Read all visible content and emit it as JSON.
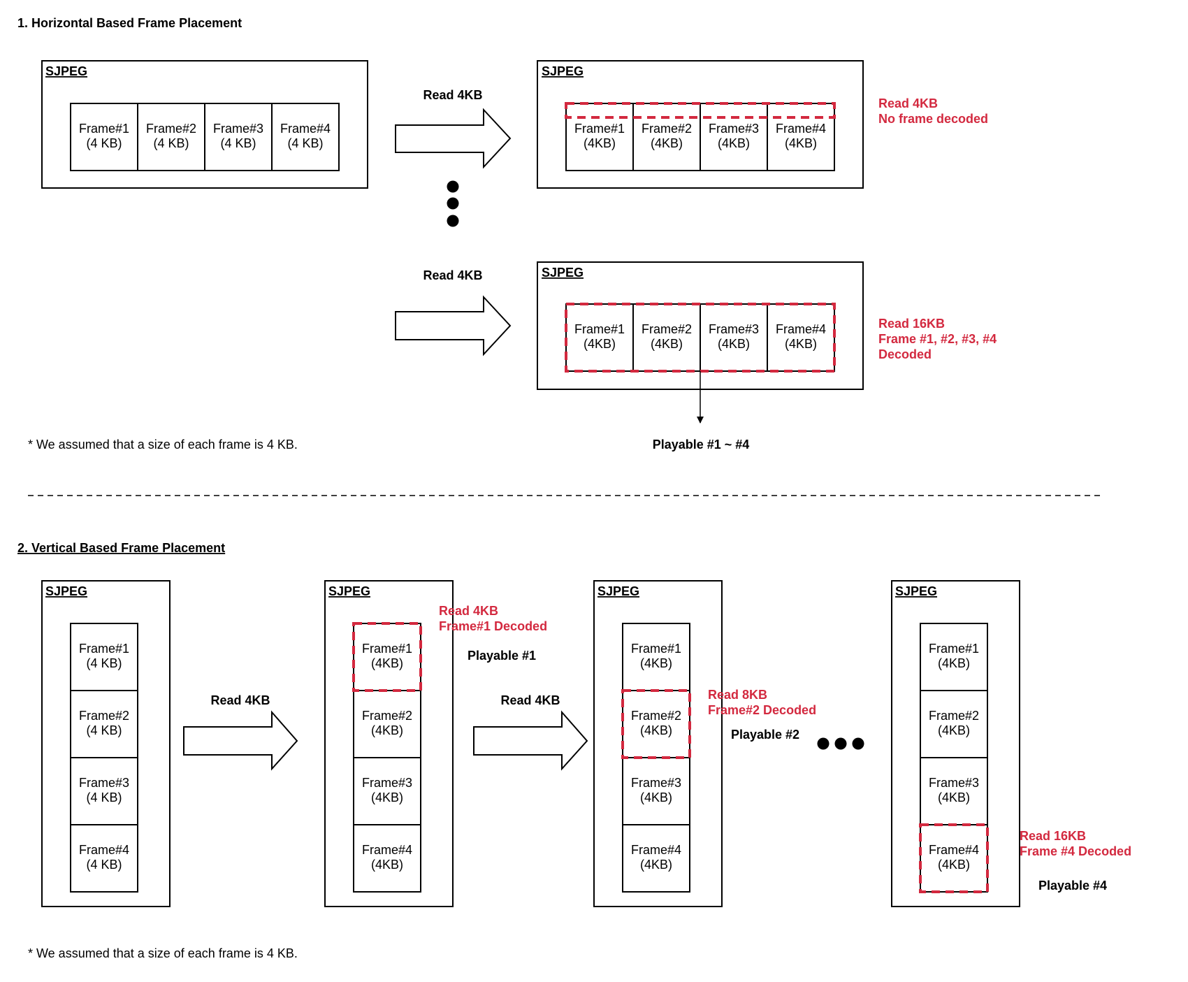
{
  "colors": {
    "accent": "#d3293f",
    "ink": "#000000"
  },
  "section1": {
    "title": "1. Horizontal Based Frame Placement",
    "container_label": "SJPEG",
    "frames_original": [
      {
        "name": "Frame#1",
        "size": "(4 KB)"
      },
      {
        "name": "Frame#2",
        "size": "(4 KB)"
      },
      {
        "name": "Frame#3",
        "size": "(4 KB)"
      },
      {
        "name": "Frame#4",
        "size": "(4 KB)"
      }
    ],
    "frames_read": [
      {
        "name": "Frame#1",
        "size": "(4KB)"
      },
      {
        "name": "Frame#2",
        "size": "(4KB)"
      },
      {
        "name": "Frame#3",
        "size": "(4KB)"
      },
      {
        "name": "Frame#4",
        "size": "(4KB)"
      }
    ],
    "step1": {
      "arrow_label": "Read 4KB",
      "note_line1": "Read 4KB",
      "note_line2": "No frame decoded"
    },
    "step2": {
      "arrow_label": "Read 4KB",
      "note_line1": "Read 16KB",
      "note_line2": "Frame #1, #2, #3, #4",
      "note_line3": "Decoded",
      "playable": "Playable #1 ~ #4"
    },
    "footnote": "* We assumed that a size of each frame is 4 KB."
  },
  "section2": {
    "title": "2. Vertical Based Frame Placement",
    "container_label": "SJPEG",
    "frames_original": [
      {
        "name": "Frame#1",
        "size": "(4 KB)"
      },
      {
        "name": "Frame#2",
        "size": "(4 KB)"
      },
      {
        "name": "Frame#3",
        "size": "(4 KB)"
      },
      {
        "name": "Frame#4",
        "size": "(4 KB)"
      }
    ],
    "frames_read": [
      {
        "name": "Frame#1",
        "size": "(4KB)"
      },
      {
        "name": "Frame#2",
        "size": "(4KB)"
      },
      {
        "name": "Frame#3",
        "size": "(4KB)"
      },
      {
        "name": "Frame#4",
        "size": "(4KB)"
      }
    ],
    "arrow1_label": "Read 4KB",
    "arrow2_label": "Read 4KB",
    "step1": {
      "note_line1": "Read 4KB",
      "note_line2": "Frame#1 Decoded",
      "playable": "Playable #1"
    },
    "step2": {
      "note_line1": "Read 8KB",
      "note_line2": "Frame#2 Decoded",
      "playable": "Playable #2"
    },
    "step3": {
      "note_line1": "Read 16KB",
      "note_line2": "Frame #4 Decoded",
      "playable": "Playable #4"
    },
    "footnote": "* We assumed that a size of each frame is 4 KB."
  }
}
